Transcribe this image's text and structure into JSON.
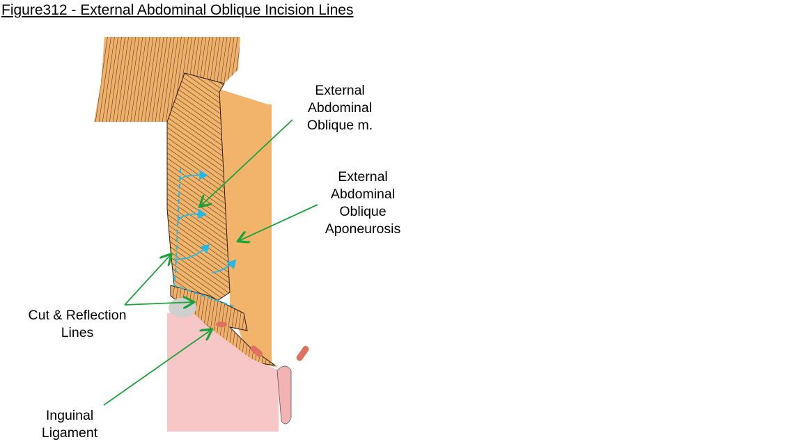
{
  "title": "Figure312 - External Abdominal Oblique Incision Lines",
  "labels": {
    "muscle": [
      "External",
      "Abdominal",
      "Oblique m."
    ],
    "aponeurosis": [
      "External",
      "Abdominal",
      "Oblique",
      "Aponeurosis"
    ],
    "cut_lines": [
      "Cut & Reflection",
      "Lines"
    ],
    "ligament": [
      "Inguinal",
      "Ligament"
    ]
  },
  "colors": {
    "muscle": "#f2b46b",
    "skin": "#f7c6c6",
    "arrow": "#1aa33a",
    "incision": "#22b8e8",
    "vessel": "#e0705f",
    "gray": "#cfcfcf"
  }
}
